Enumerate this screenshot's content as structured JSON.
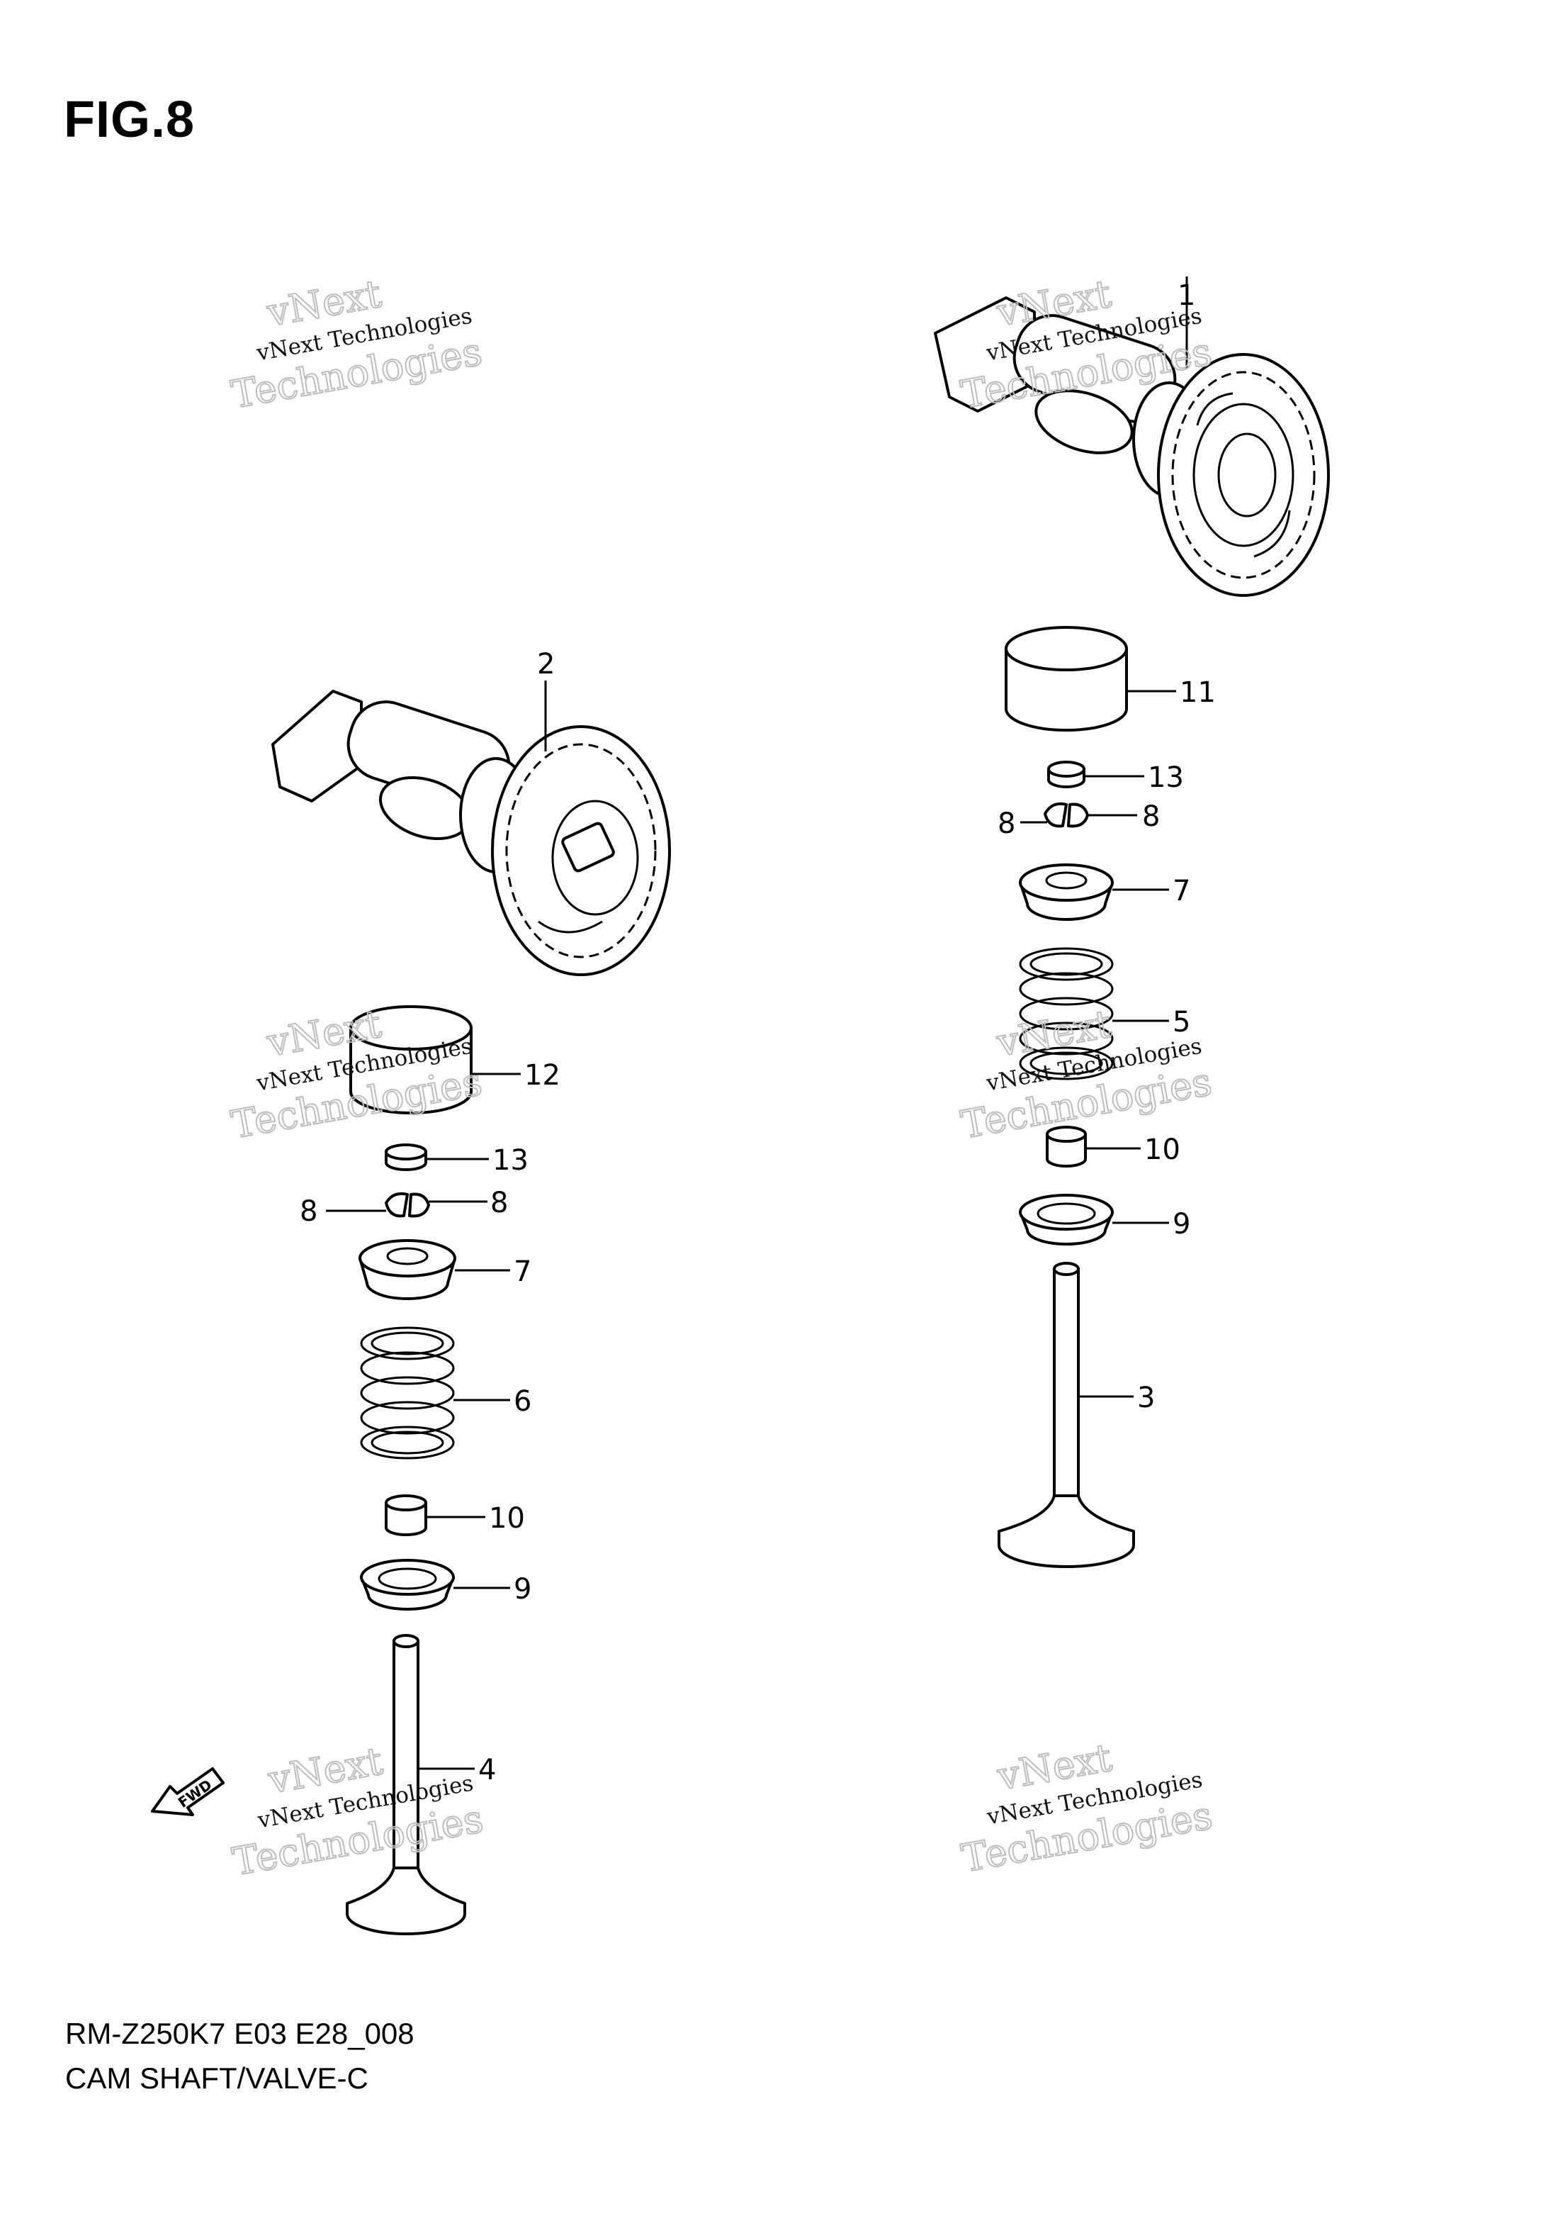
{
  "figure_title": "FIG.8",
  "model_code": "RM-Z250K7 E03 E28_008",
  "diagram_name": "CAM SHAFT/VALVE-C",
  "fwd_arrow_text": "FWD",
  "watermark": {
    "line1": "vNext Technologies",
    "line2": "vNext",
    "line3": "Technologies"
  },
  "callouts": {
    "p1": "1",
    "p2": "2",
    "p3": "3",
    "p4": "4",
    "p5": "5",
    "p6": "6",
    "p7_right": "7",
    "p7_left": "7",
    "p8_right_a": "8",
    "p8_right_b": "8",
    "p8_left_a": "8",
    "p8_left_b": "8",
    "p9_right": "9",
    "p9_left": "9",
    "p10_right": "10",
    "p10_left": "10",
    "p11": "11",
    "p12": "12",
    "p13_right": "13",
    "p13_left": "13"
  }
}
